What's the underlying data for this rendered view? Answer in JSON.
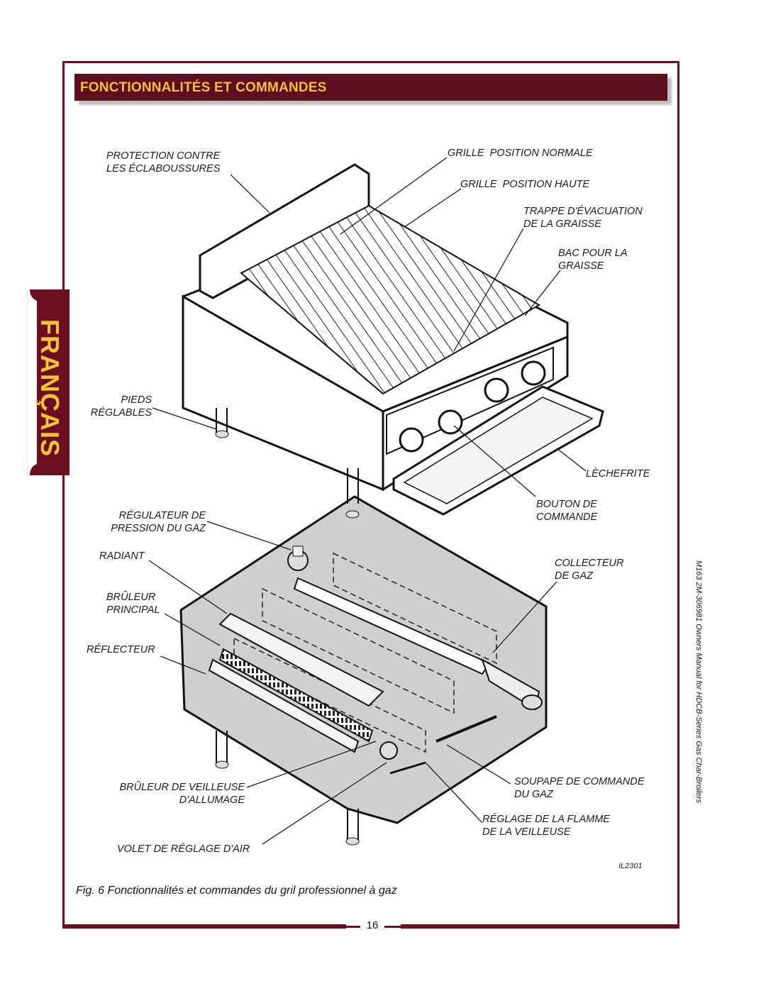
{
  "header": {
    "title": "FONCTIONNALITÉS ET COMMANDES"
  },
  "language_tab": "FRANÇAIS",
  "labels": {
    "protection": "PROTECTION CONTRE\nLES ÉCLABOUSSURES",
    "grille_normale": "GRILLE  POSITION NORMALE",
    "grille_haute": "GRILLE  POSITION HAUTE",
    "trappe": "TRAPPE D'ÉVACUATION\nDE LA GRAISSE",
    "bac": "BAC POUR LA\nGRAISSE",
    "pieds": "PIEDS\nRÉGLABLES",
    "lechefrite": "LÈCHEFRITE",
    "bouton": "BOUTON DE\nCOMMANDE",
    "regulateur": "RÉGULATEUR DE\nPRESSION DU GAZ",
    "radiant": "RADIANT",
    "collecteur": "COLLECTEUR\nDE GAZ",
    "bruleur_principal": "BRÛLEUR\nPRINCIPAL",
    "reflecteur": "RÉFLECTEUR",
    "bruleur_veilleuse": "BRÛLEUR DE VEILLEUSE\nD'ALLUMAGE",
    "soupape": "SOUPAPE DE COMMANDE\nDU GAZ",
    "reglage_flamme": "RÉGLAGE DE LA FLAMME\nDE LA VEILLEUSE",
    "volet": "VOLET DE RÉGLAGE D'AIR"
  },
  "figure_code": "IL2301",
  "caption": "Fig. 6 Fonctionnalités et commandes du gril professionnel à gaz",
  "side_text": "M163   2M-306981  Owners Manual for HDCB-Series Gas Char-Broilers",
  "page_number": "16",
  "colors": {
    "accent": "#6b0f1f",
    "header_text": "#f3c13a",
    "base_gray": "#cfcfcf"
  }
}
